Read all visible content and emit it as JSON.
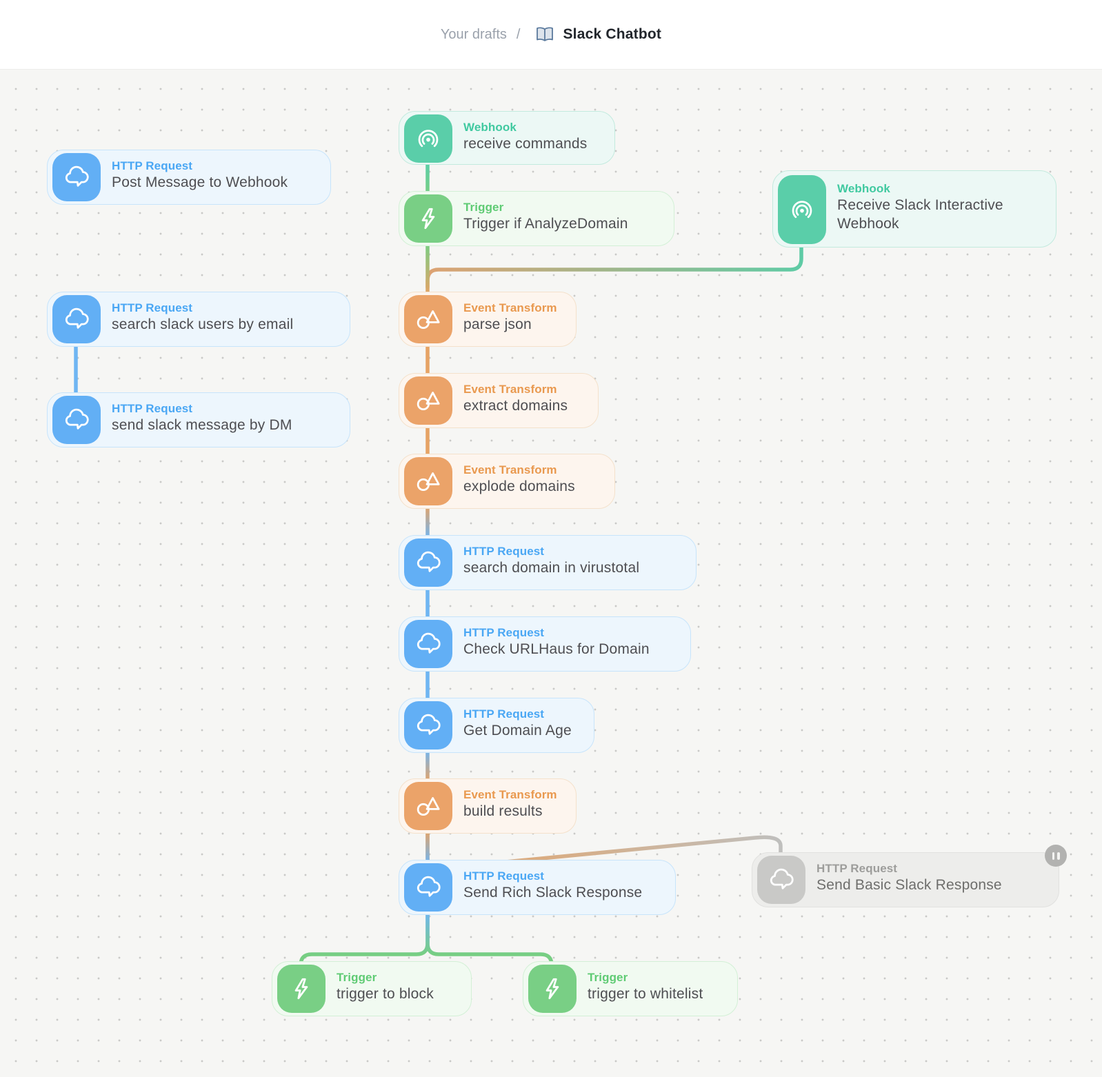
{
  "header": {
    "breadcrumb": {
      "parent": "Your drafts",
      "separator": "/",
      "icon": "book-icon",
      "title": "Slack Chatbot"
    }
  },
  "colors": {
    "http_request": "#62aff5",
    "webhook": "#5acea9",
    "trigger": "#79cf85",
    "event_transform": "#eba369",
    "disabled": "#c9c9c7"
  },
  "nodes": [
    {
      "id": "receive-commands",
      "type": "webhook",
      "type_label": "Webhook",
      "title": "receive commands",
      "icon": "webhook-icon"
    },
    {
      "id": "post-message-to-webhook",
      "type": "http_request",
      "type_label": "HTTP Request",
      "title": "Post Message to Webhook",
      "icon": "cloud-icon"
    },
    {
      "id": "trigger-if-analyzedomain",
      "type": "trigger",
      "type_label": "Trigger",
      "title": "Trigger if AnalyzeDomain",
      "icon": "lightning-icon"
    },
    {
      "id": "receive-slack-interactive-webhook",
      "type": "webhook",
      "type_label": "Webhook",
      "title": "Receive Slack Interactive Webhook",
      "icon": "webhook-icon"
    },
    {
      "id": "search-slack-users-by-email",
      "type": "http_request",
      "type_label": "HTTP Request",
      "title": "search slack users by email",
      "icon": "cloud-icon"
    },
    {
      "id": "parse-json",
      "type": "event_transform",
      "type_label": "Event Transform",
      "title": "parse json",
      "icon": "transform-icon"
    },
    {
      "id": "extract-domains",
      "type": "event_transform",
      "type_label": "Event Transform",
      "title": "extract domains",
      "icon": "transform-icon"
    },
    {
      "id": "send-slack-message-by-dm",
      "type": "http_request",
      "type_label": "HTTP Request",
      "title": "send slack message by DM",
      "icon": "cloud-icon"
    },
    {
      "id": "explode-domains",
      "type": "event_transform",
      "type_label": "Event Transform",
      "title": "explode domains",
      "icon": "transform-icon"
    },
    {
      "id": "search-domain-in-virustotal",
      "type": "http_request",
      "type_label": "HTTP Request",
      "title": "search domain in virustotal",
      "icon": "cloud-icon"
    },
    {
      "id": "check-urlhaus-for-domain",
      "type": "http_request",
      "type_label": "HTTP Request",
      "title": "Check URLHaus for Domain",
      "icon": "cloud-icon"
    },
    {
      "id": "get-domain-age",
      "type": "http_request",
      "type_label": "HTTP Request",
      "title": "Get Domain Age",
      "icon": "cloud-icon"
    },
    {
      "id": "build-results",
      "type": "event_transform",
      "type_label": "Event Transform",
      "title": "build results",
      "icon": "transform-icon"
    },
    {
      "id": "send-rich-slack-response",
      "type": "http_request",
      "type_label": "HTTP Request",
      "title": "Send Rich Slack Response",
      "icon": "cloud-icon"
    },
    {
      "id": "send-basic-slack-response",
      "type": "http_request",
      "type_label": "HTTP Request",
      "title": "Send Basic Slack Response",
      "icon": "cloud-icon",
      "status": "paused",
      "badge_icon": "pause-icon"
    },
    {
      "id": "trigger-to-block",
      "type": "trigger",
      "type_label": "Trigger",
      "title": "trigger to block",
      "icon": "lightning-icon"
    },
    {
      "id": "trigger-to-whitelist",
      "type": "trigger",
      "type_label": "Trigger",
      "title": "trigger to whitelist",
      "icon": "lightning-icon"
    }
  ],
  "edges": [
    {
      "from": "receive-commands",
      "to": "trigger-if-analyzedomain"
    },
    {
      "from": "trigger-if-analyzedomain",
      "to": "parse-json"
    },
    {
      "from": "receive-slack-interactive-webhook",
      "to": "parse-json"
    },
    {
      "from": "search-slack-users-by-email",
      "to": "send-slack-message-by-dm"
    },
    {
      "from": "parse-json",
      "to": "extract-domains"
    },
    {
      "from": "extract-domains",
      "to": "explode-domains"
    },
    {
      "from": "explode-domains",
      "to": "search-domain-in-virustotal"
    },
    {
      "from": "search-domain-in-virustotal",
      "to": "check-urlhaus-for-domain"
    },
    {
      "from": "check-urlhaus-for-domain",
      "to": "get-domain-age"
    },
    {
      "from": "get-domain-age",
      "to": "build-results"
    },
    {
      "from": "build-results",
      "to": "send-rich-slack-response"
    },
    {
      "from": "build-results",
      "to": "send-basic-slack-response"
    },
    {
      "from": "send-rich-slack-response",
      "to": "trigger-to-block"
    },
    {
      "from": "send-rich-slack-response",
      "to": "trigger-to-whitelist"
    }
  ]
}
